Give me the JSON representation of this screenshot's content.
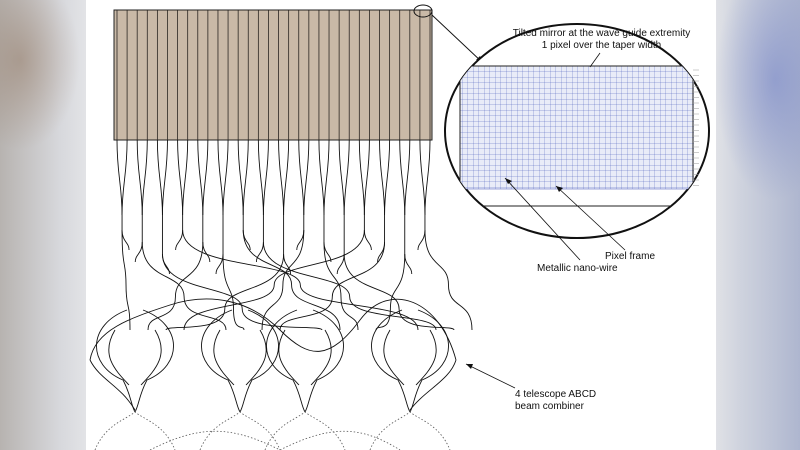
{
  "labels": {
    "mirror_line1": "Tilted mirror at the wave guide extremity",
    "mirror_line2": "1 pixel over the taper width",
    "pixel_frame": "Pixel frame",
    "nano_wire": "Metallic nano-wire",
    "combiner_line1": "4 telescope ABCD",
    "combiner_line2": "beam combiner"
  },
  "colors": {
    "pixel_band": "#c8b8a6",
    "grid_blue": "#3d4fb5",
    "line": "#111111"
  }
}
